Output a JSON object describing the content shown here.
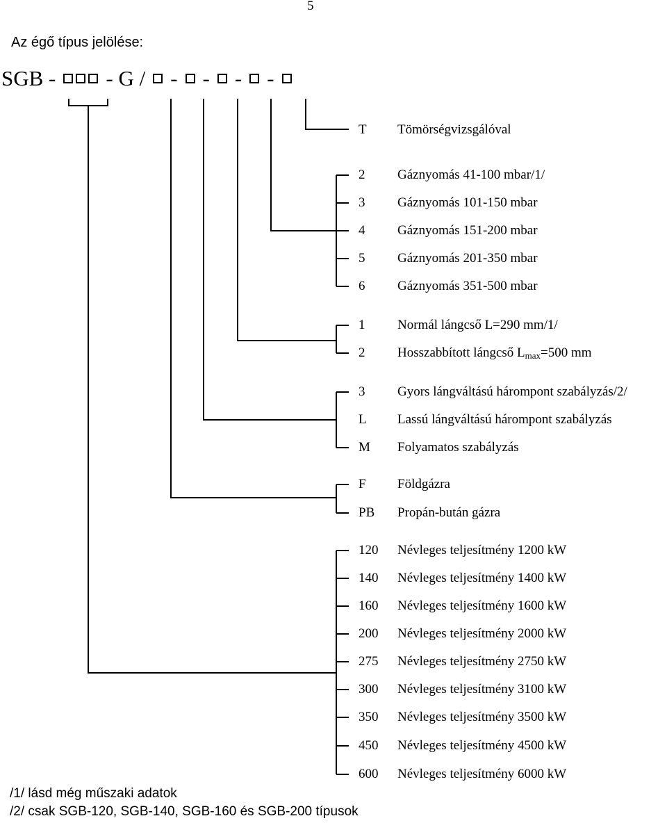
{
  "page_number": "5",
  "heading": "Az égő típus jelölése:",
  "code": {
    "prefix": "SGB -",
    "sep1": "- G /",
    "dash": "-"
  },
  "groups": [
    {
      "items": [
        {
          "key": "T",
          "desc": "Tömörségvizsgálóval"
        }
      ]
    },
    {
      "items": [
        {
          "key": "2",
          "desc": "Gáznyomás 41-100 mbar/1/"
        },
        {
          "key": "3",
          "desc": "Gáznyomás 101-150 mbar"
        },
        {
          "key": "4",
          "desc": "Gáznyomás 151-200 mbar"
        },
        {
          "key": "5",
          "desc": "Gáznyomás 201-350 mbar"
        },
        {
          "key": "6",
          "desc": "Gáznyomás 351-500 mbar"
        }
      ]
    },
    {
      "items": [
        {
          "key": "1",
          "desc": "Normál lángcső L=290 mm/1/"
        },
        {
          "key": "2",
          "desc_pre": "Hosszabbított lángcső L",
          "desc_sub": "max",
          "desc_post": "=500 mm"
        }
      ]
    },
    {
      "items": [
        {
          "key": "3",
          "desc": "Gyors lángváltású hárompont szabályzás/2/"
        },
        {
          "key": "L",
          "desc": "Lassú lángváltású hárompont szabályzás"
        },
        {
          "key": "M",
          "desc": "Folyamatos szabályzás"
        }
      ]
    },
    {
      "items": [
        {
          "key": "F",
          "desc": "Földgázra"
        },
        {
          "key": "PB",
          "desc": "Propán-bután gázra"
        }
      ]
    },
    {
      "items": [
        {
          "key": "120",
          "desc": "Névleges teljesítmény 1200 kW"
        },
        {
          "key": "140",
          "desc": "Névleges teljesítmény 1400 kW"
        },
        {
          "key": "160",
          "desc": "Névleges teljesítmény 1600 kW"
        },
        {
          "key": "200",
          "desc": "Névleges teljesítmény 2000 kW"
        },
        {
          "key": "275",
          "desc": "Névleges teljesítmény 2750 kW"
        },
        {
          "key": "300",
          "desc": "Névleges teljesítmény 3100 kW"
        },
        {
          "key": "350",
          "desc": "Névleges teljesítmény 3500 kW"
        },
        {
          "key": "450",
          "desc": "Névleges teljesítmény 4500 kW"
        },
        {
          "key": "600",
          "desc": "Névleges teljesítmény 6000 kW"
        }
      ]
    }
  ],
  "notes": [
    "/1/ lásd még műszaki adatok",
    "/2/ csak SGB-120, SGB-140, SGB-160 és SGB-200 típusok"
  ]
}
